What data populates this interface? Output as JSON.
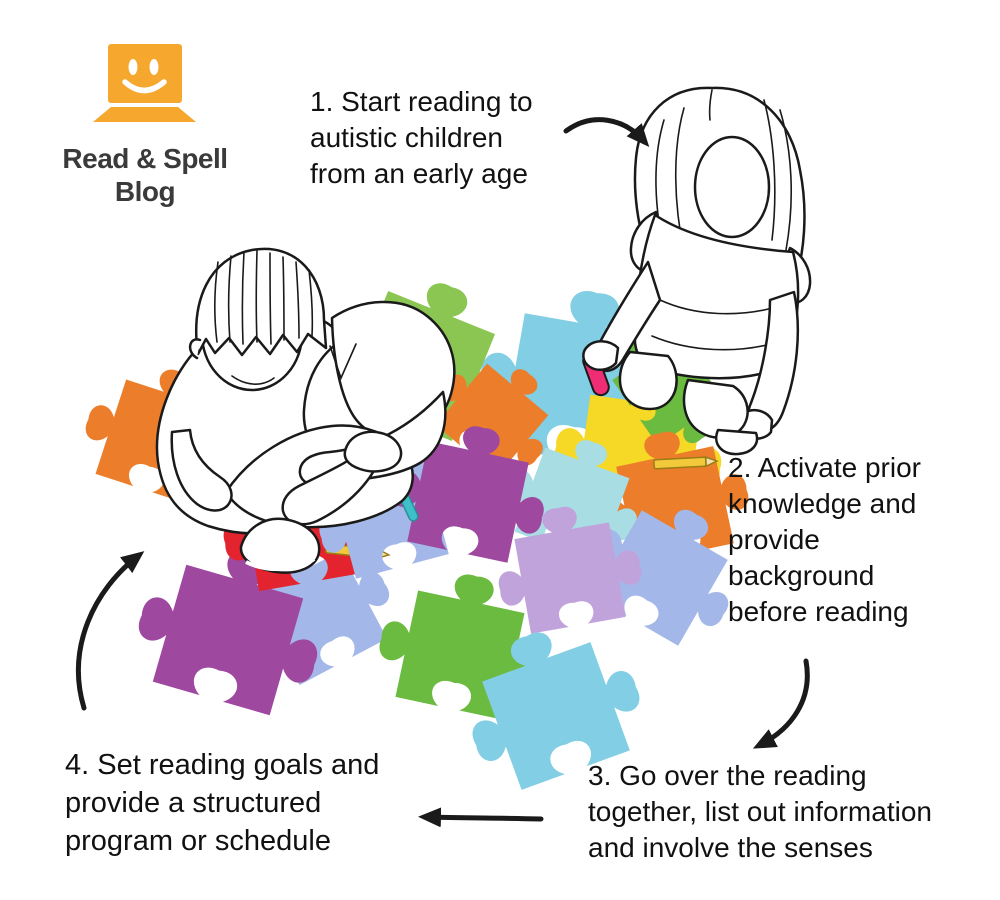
{
  "logo": {
    "line1": "Read & Spell",
    "line2": "Blog"
  },
  "steps": [
    {
      "label": "1. Start reading to autistic children from an early age",
      "lines": [
        "1. Start reading to",
        "autistic children",
        "from an early age"
      ]
    },
    {
      "label": "2. Activate prior knowledge and provide background before reading",
      "lines": [
        "2. Activate prior",
        "knowledge and",
        "provide",
        "background",
        "before reading"
      ]
    },
    {
      "label": "3. Go over the reading together, list out information and involve the senses",
      "lines": [
        "3. Go over the reading",
        "together, list out information",
        "and involve the senses"
      ]
    },
    {
      "label": "4. Set reading goals and provide a structured program or schedule",
      "lines": [
        "4. Set reading goals and",
        "provide a structured",
        "program or schedule"
      ]
    }
  ],
  "palette": {
    "brand_orange": "#F5A82D",
    "ink": "#1A1A1A",
    "text_black": "#111111",
    "orange": "#EC7E2B",
    "red": "#E3242F",
    "green": "#6ABB3F",
    "green_light": "#8BC653",
    "skyblue": "#82CEE4",
    "lightcyan": "#A8DDE4",
    "periwinkle": "#A3B7E8",
    "purple": "#9E48A0",
    "mauve": "#C1A3DB",
    "yellow": "#F6D826",
    "pink": "#EE2D75",
    "teal": "#3FBFC9",
    "pencil_yellow": "#F3C93C",
    "shirt_blue": "#CDE9F2",
    "shorts_gray": "#C5C5C5",
    "shoe_green": "#5DBE4A"
  }
}
